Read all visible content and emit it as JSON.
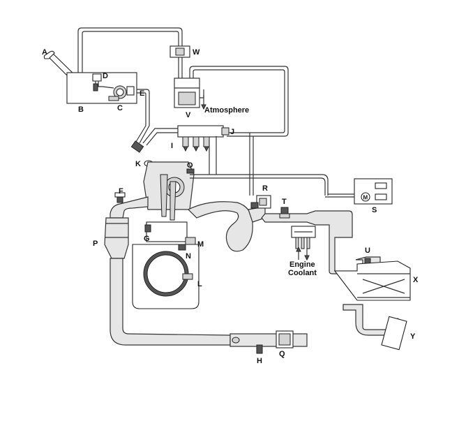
{
  "diagram": {
    "labels": {
      "A": "A",
      "B": "B",
      "C": "C",
      "D": "D",
      "E": "E",
      "F": "F",
      "G": "G",
      "H": "H",
      "I": "I",
      "J": "J",
      "K": "K",
      "L": "L",
      "M": "M",
      "N": "N",
      "O": "O",
      "P": "P",
      "Q": "Q",
      "R": "R",
      "S": "S",
      "T": "T",
      "U": "U",
      "V": "V",
      "W": "W",
      "X": "X",
      "Y": "Y"
    },
    "atmosphere_note": "Atmosphere",
    "coolant_note_line1": "Engine",
    "coolant_note_line2": "Coolant",
    "motor_symbol": "M",
    "colors": {
      "line": "#333333",
      "fill": "#e6e6e6",
      "part": "#d4d4d4"
    }
  }
}
